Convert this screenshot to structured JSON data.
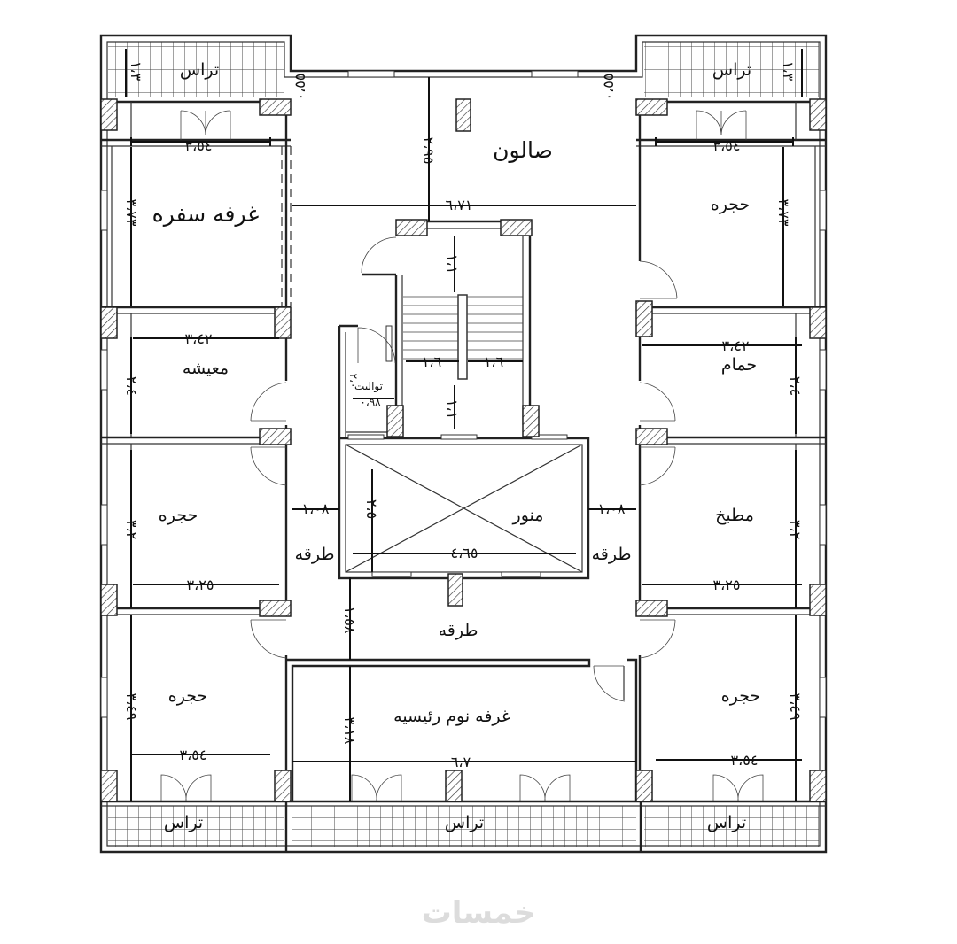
{
  "rooms": {
    "terrace_tl": "تراس",
    "terrace_tr": "تراس",
    "terrace_bl": "تراس",
    "terrace_bc": "تراس",
    "terrace_br": "تراس",
    "salon": "صالون",
    "dining": "غرفه سفره",
    "room_tr": "حجره",
    "living": "معيشه",
    "bath": "حمام",
    "toilet": "تواليت",
    "room_ml": "حجره",
    "kitchen": "مطبخ",
    "shaft": "منور",
    "corridor_l": "طرقه",
    "corridor_r": "طرقه",
    "corridor_c": "طرقه",
    "room_bl": "حجره",
    "master": "غرفه نوم رئيسيه",
    "room_br": "حجره"
  },
  "dims": {
    "tl_h": "١،٣",
    "tr_h": "١،٣",
    "gap_l": "٠،٥٥",
    "gap_r": "٠،٥٥",
    "tl_w": "٣،٥٤",
    "tr_w": "٣،٥٤",
    "salon_h": "٢،٩٥",
    "salon_w": "٦،٧١",
    "dining_h": "٣،٧٣",
    "room_tr_h": "٣،٧٣",
    "stair_top": "١،١",
    "living_w": "٣،٤٢",
    "bath_w": "٣،٤٢",
    "living_h": "٢،٤",
    "bath_h": "٢،٤",
    "stair_l": "١،٦",
    "stair_r": "١،٦",
    "toilet_v": "٢،٠",
    "toilet_w": "٠،٩٨",
    "stair_bot": "١،١",
    "corr_l": "١،٠٨",
    "corr_r": "١،٠٨",
    "shaft_h": "٢،٥",
    "shaft_w": "٤،٦٥",
    "ml_h": "٣،٢",
    "kit_h": "٣،٢",
    "ml_w": "٣،٢٥",
    "kit_w": "٣،٢٥",
    "corr_c": "١،٥٨",
    "bl_h": "٣،٤٩",
    "br_h": "٣،٤٩",
    "master_h": "٣،١٨",
    "bl_w": "٣،٥٤",
    "master_w": "٦،٧",
    "br_w": "٣،٥٤"
  },
  "watermark": "خمسات"
}
